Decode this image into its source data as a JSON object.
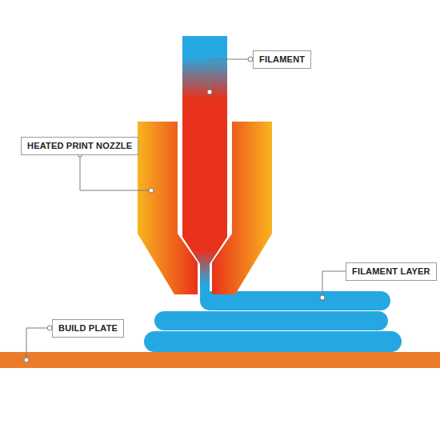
{
  "diagram": {
    "labels": [
      "FILAMENT",
      "HEATED PRINT NOZZLE",
      "FILAMENT LAYER",
      "BUILD PLATE"
    ]
  }
}
